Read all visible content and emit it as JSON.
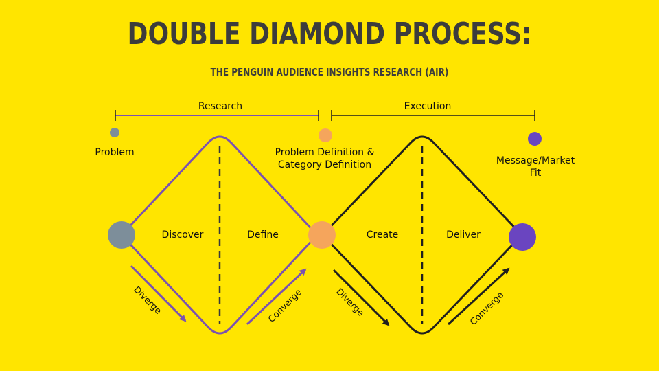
{
  "title": "DOUBLE DIAMOND PROCESS:",
  "subtitle": "THE PENGUIN AUDIENCE INSIGHTS RESEARCH (AIR)",
  "phases": {
    "research": "Research",
    "execution": "Execution"
  },
  "milestones": {
    "problem": "Problem",
    "definition_line1": "Problem Definition &",
    "definition_line2": "Category Definition",
    "fit_line1": "Message/Market",
    "fit_line2": "Fit"
  },
  "stages": {
    "discover": "Discover",
    "define": "Define",
    "create": "Create",
    "deliver": "Deliver"
  },
  "arrows": {
    "diverge_1": "Diverge",
    "converge_1": "Converge",
    "diverge_2": "Diverge",
    "converge_2": "Converge"
  },
  "colors": {
    "background": "#FFE500",
    "diamond_1": "#7B52B0",
    "diamond_2": "#1f1f1f",
    "problem_dot": "#7D8E9A",
    "definition_dot": "#F5A55C",
    "fit_dot": "#6A45C0"
  }
}
